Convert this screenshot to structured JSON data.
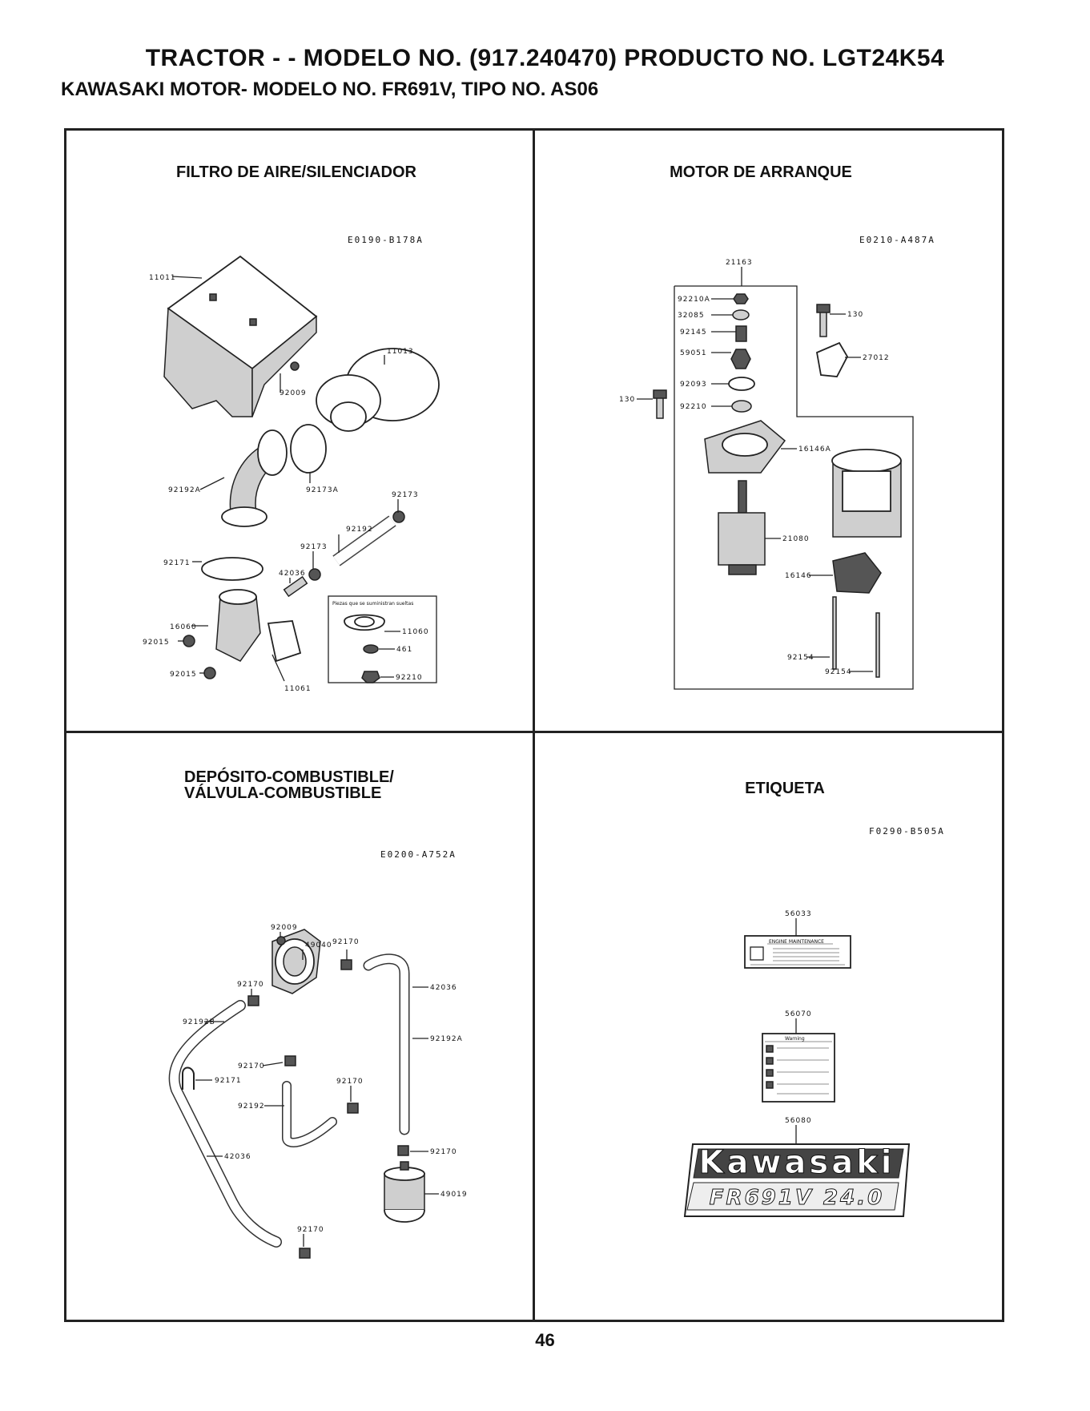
{
  "header": {
    "title": "TRACTOR - - MODELO NO. (917.240470) PRODUCTO NO. LGT24K54",
    "subtitle": "KAWASAKI MOTOR- MODELO NO. FR691V, TIPO NO. AS06"
  },
  "sections": {
    "air_filter": {
      "title": "FILTRO DE AIRE/SILENCIADOR",
      "code": "E0190-B178A",
      "parts": [
        "11011",
        "11013",
        "92009",
        "92173A",
        "92192A",
        "92173",
        "92192",
        "92173",
        "42036",
        "92171",
        "16060",
        "92015",
        "92015",
        "11061",
        "11060",
        "461",
        "92210"
      ],
      "note": "Piezas que se suministran sueltas"
    },
    "starter": {
      "title": "MOTOR DE ARRANQUE",
      "code": "E0210-A487A",
      "parts": [
        "21163",
        "92210A",
        "32085",
        "92145",
        "59051",
        "92093",
        "92210",
        "130",
        "130",
        "27012",
        "16146A",
        "21080",
        "16146",
        "92154",
        "92154"
      ]
    },
    "fuel": {
      "title_line1": "DEPÓSITO-COMBUSTIBLE/",
      "title_line2": "VÁLVULA-COMBUSTIBLE",
      "code": "E0200-A752A",
      "parts": [
        "92009",
        "49040",
        "92170",
        "92170",
        "92192B",
        "42036",
        "92192A",
        "92170",
        "92171",
        "92170",
        "92192",
        "42036",
        "92170",
        "49019",
        "92170"
      ]
    },
    "label": {
      "title": "ETIQUETA",
      "code": "F0290-B505A",
      "parts": [
        "56033",
        "56070",
        "56080"
      ],
      "decal_56033_heading": "ENGINE MAINTENANCE",
      "decal_56070_heading": "Warning",
      "decal_56080_brand": "Kawasaki",
      "decal_56080_model": "FR691V 24.0"
    }
  },
  "page_number": "46"
}
